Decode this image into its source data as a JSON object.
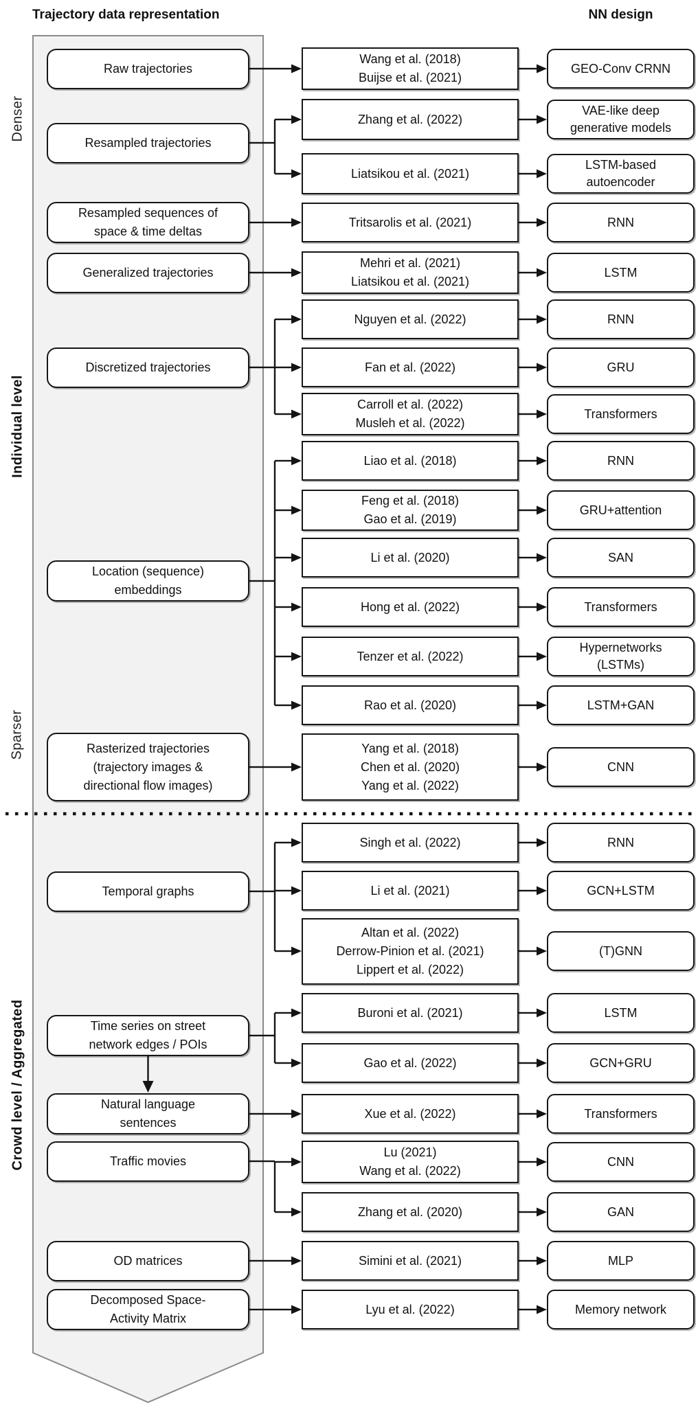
{
  "header": {
    "left": "Trajectory data representation",
    "right": "NN design"
  },
  "side_labels": [
    {
      "text": "Denser",
      "bold": false
    },
    {
      "text": "Individual level",
      "bold": true
    },
    {
      "text": "Sparser",
      "bold": false
    },
    {
      "text": "Crowd level / Aggregated",
      "bold": true
    }
  ],
  "representations": [
    {
      "lines": [
        "Raw trajectories"
      ],
      "targets": [
        0
      ]
    },
    {
      "lines": [
        "Resampled trajectories"
      ],
      "targets": [
        1,
        2
      ]
    },
    {
      "lines": [
        "Resampled sequences of",
        "space & time deltas"
      ],
      "targets": [
        3
      ]
    },
    {
      "lines": [
        "Generalized trajectories"
      ],
      "targets": [
        4
      ]
    },
    {
      "lines": [
        "Discretized trajectories"
      ],
      "targets": [
        5,
        6,
        7
      ]
    },
    {
      "lines": [
        "Location (sequence)",
        "embeddings"
      ],
      "targets": [
        8,
        9,
        10,
        11,
        12,
        13
      ]
    },
    {
      "lines": [
        "Rasterized trajectories",
        "(trajectory images &",
        "directional flow images)"
      ],
      "targets": [
        14
      ]
    },
    {
      "lines": [
        "Temporal graphs"
      ],
      "targets": [
        15,
        16,
        17
      ]
    },
    {
      "lines": [
        "Time series on street",
        "network edges / POIs"
      ],
      "targets": [
        18,
        19
      ],
      "arrow_to_next": true
    },
    {
      "lines": [
        "Natural language",
        "sentences"
      ],
      "targets": [
        20
      ]
    },
    {
      "lines": [
        "Traffic movies"
      ],
      "targets": [
        21,
        22
      ]
    },
    {
      "lines": [
        "OD matrices"
      ],
      "targets": [
        23
      ]
    },
    {
      "lines": [
        "Decomposed Space-",
        "Activity Matrix"
      ],
      "targets": [
        24
      ]
    }
  ],
  "rows": [
    {
      "citations": [
        "Wang et al. (2018)",
        "Buijse et al. (2021)"
      ],
      "nn": [
        "GEO-Conv CRNN"
      ]
    },
    {
      "citations": [
        "Zhang et al. (2022)"
      ],
      "nn": [
        "VAE-like deep",
        "generative models"
      ]
    },
    {
      "citations": [
        "Liatsikou et al. (2021)"
      ],
      "nn": [
        "LSTM-based",
        "autoencoder"
      ]
    },
    {
      "citations": [
        "Tritsarolis et al. (2021)"
      ],
      "nn": [
        "RNN"
      ]
    },
    {
      "citations": [
        "Mehri et al. (2021)",
        "Liatsikou et al. (2021)"
      ],
      "nn": [
        "LSTM"
      ]
    },
    {
      "citations": [
        "Nguyen et al. (2022)"
      ],
      "nn": [
        "RNN"
      ]
    },
    {
      "citations": [
        "Fan et al. (2022)"
      ],
      "nn": [
        "GRU"
      ]
    },
    {
      "citations": [
        "Carroll et al. (2022)",
        "Musleh et al. (2022)"
      ],
      "nn": [
        "Transformers"
      ]
    },
    {
      "citations": [
        "Liao et al. (2018)"
      ],
      "nn": [
        "RNN"
      ]
    },
    {
      "citations": [
        "Feng et al. (2018)",
        "Gao et al. (2019)"
      ],
      "nn": [
        "GRU+attention"
      ]
    },
    {
      "citations": [
        "Li et al. (2020)"
      ],
      "nn": [
        "SAN"
      ]
    },
    {
      "citations": [
        "Hong et al. (2022)"
      ],
      "nn": [
        "Transformers"
      ]
    },
    {
      "citations": [
        "Tenzer et al. (2022)"
      ],
      "nn": [
        "Hypernetworks",
        "(LSTMs)"
      ]
    },
    {
      "citations": [
        "Rao et al. (2020)"
      ],
      "nn": [
        "LSTM+GAN"
      ]
    },
    {
      "citations": [
        "Yang et al. (2018)",
        "Chen et al. (2020)",
        "Yang et al. (2022)"
      ],
      "nn": [
        "CNN"
      ]
    },
    {
      "citations": [
        "Singh et al. (2022)"
      ],
      "nn": [
        "RNN"
      ]
    },
    {
      "citations": [
        "Li et al. (2021)"
      ],
      "nn": [
        "GCN+LSTM"
      ]
    },
    {
      "citations": [
        "Altan et al. (2022)",
        "Derrow-Pinion et al. (2021)",
        "Lippert et al. (2022)"
      ],
      "nn": [
        "(T)GNN"
      ]
    },
    {
      "citations": [
        "Buroni et al. (2021)"
      ],
      "nn": [
        "LSTM"
      ]
    },
    {
      "citations": [
        "Gao et al. (2022)"
      ],
      "nn": [
        "GCN+GRU"
      ]
    },
    {
      "citations": [
        "Xue et al. (2022)"
      ],
      "nn": [
        "Transformers"
      ]
    },
    {
      "citations": [
        "Lu (2021)",
        "Wang et al. (2022)"
      ],
      "nn": [
        "CNN"
      ]
    },
    {
      "citations": [
        "Zhang et al. (2020)"
      ],
      "nn": [
        "GAN"
      ]
    },
    {
      "citations": [
        "Simini et al. (2021)"
      ],
      "nn": [
        "MLP"
      ]
    },
    {
      "citations": [
        "Lyu et al. (2022)"
      ],
      "nn": [
        "Memory network"
      ]
    }
  ]
}
